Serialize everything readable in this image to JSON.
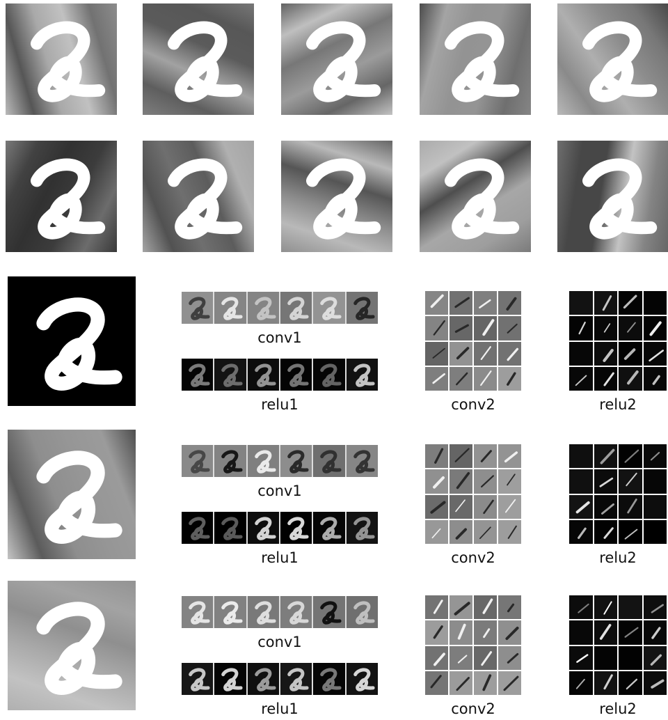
{
  "backgrounds_row1": [
    "bg-1",
    "bg-2",
    "bg-3",
    "bg-4",
    "bg-5"
  ],
  "backgrounds_row2": [
    "bg-6",
    "bg-7",
    "bg-8",
    "bg-9",
    "bg-10"
  ],
  "rows": [
    {
      "input": "digit-2-black",
      "conv1": "conv1",
      "relu1": "relu1",
      "conv2": "conv2",
      "relu2": "relu2"
    },
    {
      "input": "digit-2-bg-2",
      "conv1": "conv1",
      "relu1": "relu1",
      "conv2": "conv2",
      "relu2": "relu2"
    },
    {
      "input": "digit-2-bg-5",
      "conv1": "conv1",
      "relu1": "relu1",
      "conv2": "conv2",
      "relu2": "relu2"
    }
  ],
  "colors": {
    "background": "#ffffff",
    "caption": "#111111"
  }
}
